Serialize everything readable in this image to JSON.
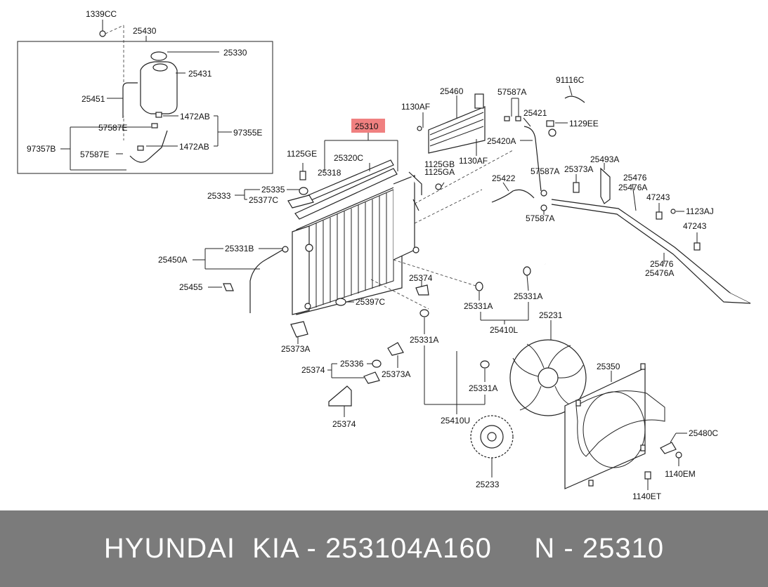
{
  "labels": {
    "l1339CC": "1339CC",
    "l25430": "25430",
    "l25330": "25330",
    "l25431": "25431",
    "l25451": "25451",
    "l1472AB_1": "1472AB",
    "l57587E_1": "57587E",
    "l97355E": "97355E",
    "l97357B": "97357B",
    "l57587E_2": "57587E",
    "l1472AB_2": "1472AB",
    "l25460": "25460",
    "l1130AF_1": "1130AF",
    "l57587A_1": "57587A",
    "l91116C": "91116C",
    "l25421": "25421",
    "l1129EE": "1129EE",
    "l25420A": "25420A",
    "l1130AF_2": "1130AF",
    "l25310": "25310",
    "l25320C": "25320C",
    "l25318": "25318",
    "l1125GE": "1125GE",
    "l1125GB": "1125GB",
    "l1125GA": "1125GA",
    "l25422": "25422",
    "l57587A_2": "57587A",
    "l25373A_1": "25373A",
    "l25493A": "25493A",
    "l25476_1": "25476",
    "l25476A_1": "25476A",
    "l47243_1": "47243",
    "l1123AJ": "1123AJ",
    "l47243_2": "47243",
    "l57587A_3": "57587A",
    "l25333": "25333",
    "l25335": "25335",
    "l25377C": "25377C",
    "l25450A": "25450A",
    "l25331B": "25331B",
    "l25455": "25455",
    "l25476_2": "25476",
    "l25476A_2": "25476A",
    "l25374_1": "25374",
    "l25397C": "25397C",
    "l25331A_1": "25331A",
    "l25331A_2": "25331A",
    "l25410L": "25410L",
    "l25231": "25231",
    "l25373A_2": "25373A",
    "l25331A_3": "25331A",
    "l25336": "25336",
    "l25374_2": "25374",
    "l25373A_3": "25373A",
    "l25350": "25350",
    "l25331A_4": "25331A",
    "l25374_3": "25374",
    "l25410U": "25410U",
    "l25480C": "25480C",
    "l1140EM": "1140EM",
    "l25233": "25233",
    "l1140ET": "1140ET"
  },
  "highlight": {
    "part": "25310",
    "color": "#f08080"
  },
  "footer": {
    "text": "HYUNDAI  KIA - 253104A160     N - 25310",
    "background": "#7b7b7b",
    "color": "#ffffff"
  }
}
